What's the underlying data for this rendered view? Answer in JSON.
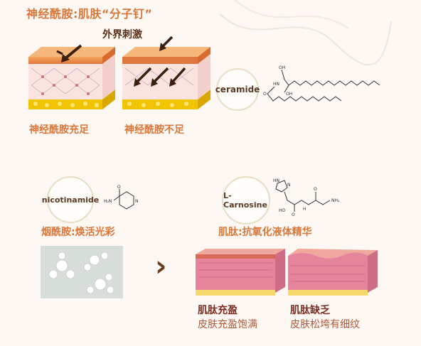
{
  "section1": {
    "title": "神经酰胺:肌肤“分子钉”",
    "external_label": "外界刺激",
    "caption_left": "神经酰胺充足",
    "caption_right": "神经酰胺不足",
    "molecule_label": "ceramide",
    "mol_oh1": "OH",
    "mol_oh2": "OH",
    "mol_hn": "HN",
    "mol_o": "O"
  },
  "section2": {
    "niacinamide_label": "nicotinamide",
    "niacinamide_title": "烟酰胺:焕活光彩",
    "nia_o": "O",
    "nia_h2n": "H₂N",
    "nia_n": "N",
    "peptide_label": "L-Carnosine",
    "peptide_title": "肌肽:抗氧化液体精华",
    "pep_nh": "HN",
    "pep_n": "N",
    "pep_o1": "O",
    "pep_o2": "O",
    "pep_nh2": "NH₂",
    "pep_ho": "HO",
    "pep_hn2": "H",
    "chevron": "›",
    "full_title": "肌肽充盈",
    "full_sub": "皮肤充盈饱满",
    "lack_title": "肌肽缺乏",
    "lack_sub": "皮肤松垮有细纹"
  },
  "colors": {
    "background": "#fdf8f3",
    "accent_orange": "#d9773a",
    "dark_brown": "#5a2e15",
    "skin_pink": "#e6849b",
    "fat_yellow": "#f2c300"
  }
}
